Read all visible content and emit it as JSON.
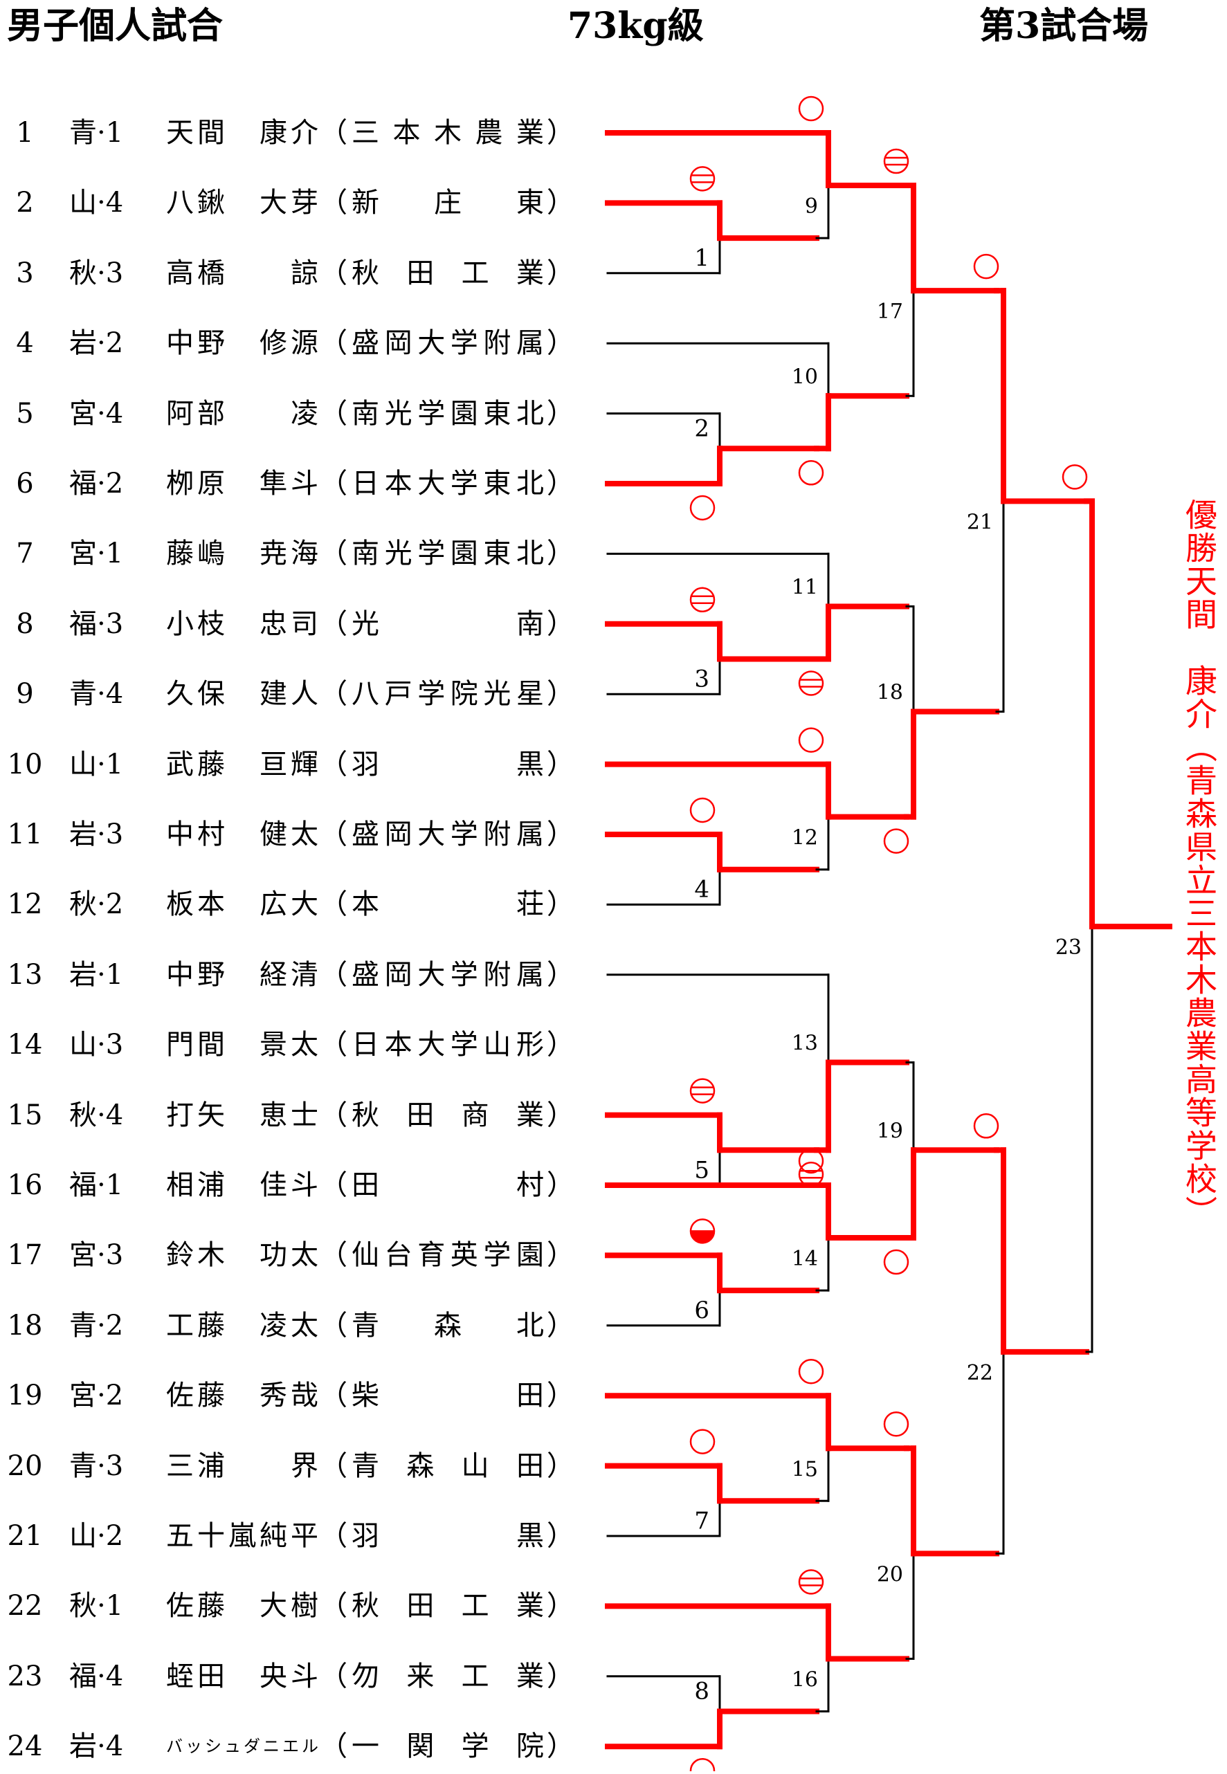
{
  "header": {
    "event": "男子個人試合",
    "weight_class": "73kg級",
    "venue": "第3試合場"
  },
  "entries": [
    {
      "seed": "1",
      "pref": "青·1",
      "name": "天間　康介",
      "school": "三本木農業"
    },
    {
      "seed": "2",
      "pref": "山·4",
      "name": "八鍬　大芽",
      "school": "新庄東"
    },
    {
      "seed": "3",
      "pref": "秋·3",
      "name": "高橋　　諒",
      "school": "秋田工業"
    },
    {
      "seed": "4",
      "pref": "岩·2",
      "name": "中野　修源",
      "school": "盛岡大学附属"
    },
    {
      "seed": "5",
      "pref": "宮·4",
      "name": "阿部　　凌",
      "school": "南光学園東北"
    },
    {
      "seed": "6",
      "pref": "福·2",
      "name": "栁原　隼斗",
      "school": "日本大学東北"
    },
    {
      "seed": "7",
      "pref": "宮·1",
      "name": "藤嶋　尭海",
      "school": "南光学園東北"
    },
    {
      "seed": "8",
      "pref": "福·3",
      "name": "小枝　忠司",
      "school": "光南"
    },
    {
      "seed": "9",
      "pref": "青·4",
      "name": "久保　建人",
      "school": "八戸学院光星"
    },
    {
      "seed": "10",
      "pref": "山·1",
      "name": "武藤　亘輝",
      "school": "羽黒"
    },
    {
      "seed": "11",
      "pref": "岩·3",
      "name": "中村　健太",
      "school": "盛岡大学附属"
    },
    {
      "seed": "12",
      "pref": "秋·2",
      "name": "板本　広大",
      "school": "本荘"
    },
    {
      "seed": "13",
      "pref": "岩·1",
      "name": "中野　経清",
      "school": "盛岡大学附属"
    },
    {
      "seed": "14",
      "pref": "山·3",
      "name": "門間　景太",
      "school": "日本大学山形"
    },
    {
      "seed": "15",
      "pref": "秋·4",
      "name": "打矢　恵士",
      "school": "秋田商業"
    },
    {
      "seed": "16",
      "pref": "福·1",
      "name": "相浦　佳斗",
      "school": "田村"
    },
    {
      "seed": "17",
      "pref": "宮·3",
      "name": "鈴木　功太",
      "school": "仙台育英学園"
    },
    {
      "seed": "18",
      "pref": "青·2",
      "name": "工藤　凌太",
      "school": "青森北"
    },
    {
      "seed": "19",
      "pref": "宮·2",
      "name": "佐藤　秀哉",
      "school": "柴田"
    },
    {
      "seed": "20",
      "pref": "青·3",
      "name": "三浦　　界",
      "school": "青森山田"
    },
    {
      "seed": "21",
      "pref": "山·2",
      "name": "五十嵐純平",
      "school": "羽黒"
    },
    {
      "seed": "22",
      "pref": "秋·1",
      "name": "佐藤　大樹",
      "school": "秋田工業"
    },
    {
      "seed": "23",
      "pref": "福·4",
      "name": "蛭田　央斗",
      "school": "勿来工業"
    },
    {
      "seed": "24",
      "pref": "岩·4",
      "name": "バッシュダニエル",
      "school": "一関学院"
    }
  ],
  "bracket": {
    "matches": [
      {
        "no": "1",
        "winner": "top",
        "mark": "ippon-line"
      },
      {
        "no": "2",
        "winner": "bottom",
        "mark": "circle"
      },
      {
        "no": "3",
        "winner": "top",
        "mark": "ippon-line"
      },
      {
        "no": "4",
        "winner": "top",
        "mark": "circle"
      },
      {
        "no": "5",
        "winner": "top",
        "mark": "ippon-line"
      },
      {
        "no": "6",
        "winner": "top",
        "mark": "half-filled"
      },
      {
        "no": "7",
        "winner": "top",
        "mark": "circle"
      },
      {
        "no": "8",
        "winner": "bottom",
        "mark": "circle"
      },
      {
        "no": "9",
        "winner": "top",
        "mark": "circle"
      },
      {
        "no": "10",
        "winner": "bottom",
        "mark": "circle"
      },
      {
        "no": "11",
        "winner": "bottom",
        "mark": "ippon-line"
      },
      {
        "no": "12",
        "winner": "top",
        "mark": "circle"
      },
      {
        "no": "13",
        "winner": "bottom",
        "mark": "ippon-line"
      },
      {
        "no": "14",
        "winner": "top",
        "mark": "circle"
      },
      {
        "no": "15",
        "winner": "top",
        "mark": "circle"
      },
      {
        "no": "16",
        "winner": "top",
        "mark": "ippon-line"
      },
      {
        "no": "17",
        "winner": "top",
        "mark": "ippon-line"
      },
      {
        "no": "18",
        "winner": "bottom",
        "mark": "circle"
      },
      {
        "no": "19",
        "winner": "bottom",
        "mark": "circle"
      },
      {
        "no": "20",
        "winner": "top",
        "mark": "circle"
      },
      {
        "no": "21",
        "winner": "top",
        "mark": "circle"
      },
      {
        "no": "22",
        "winner": "top",
        "mark": "circle"
      },
      {
        "no": "23",
        "winner": "top",
        "mark": "circle"
      }
    ],
    "colors": {
      "winner_line": "#ff0000",
      "loser_line": "#000000",
      "mark": "#ff0000"
    }
  },
  "champion": {
    "label": "優勝",
    "name": "天間　康介",
    "school": "青森県立三本木農業高等学校"
  }
}
